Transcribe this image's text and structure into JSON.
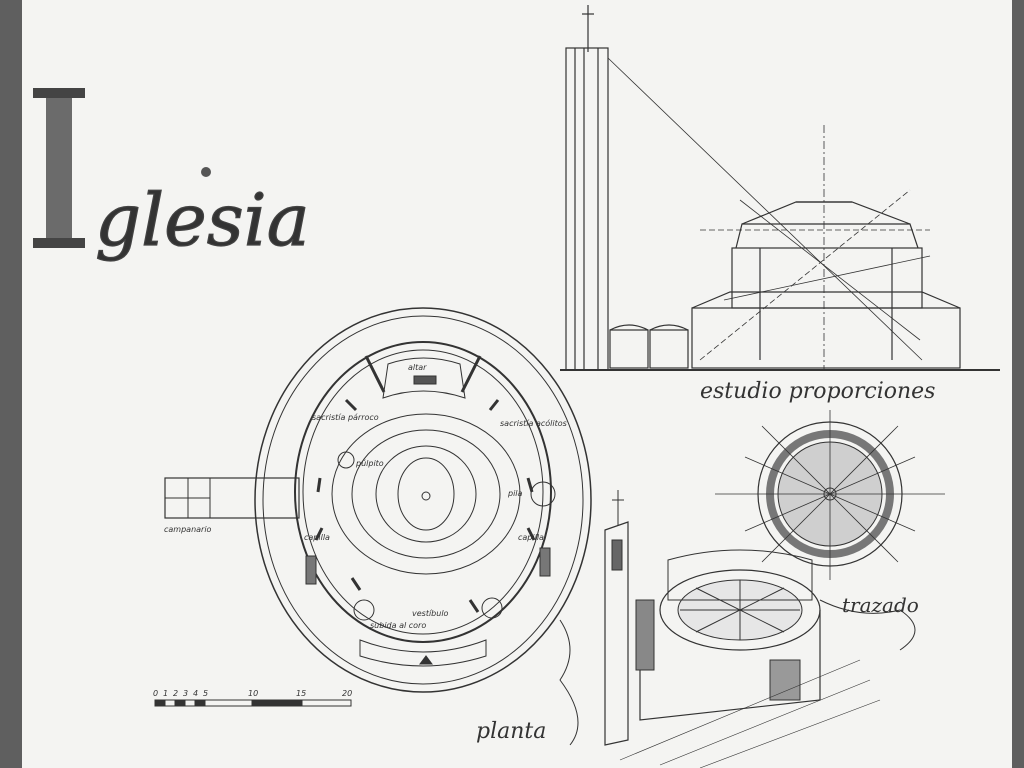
{
  "title": {
    "initial": "I",
    "rest": "glesia"
  },
  "labels": {
    "estudio": "estudio proporciones",
    "trazado": "trazado",
    "planta": "planta",
    "altar": "altar",
    "sacristia_parroco": "sacristía párroco",
    "sacristia_accolitos": "sacristía acólitos",
    "pulpito": "púlpito",
    "pila": "pila",
    "capilla_left": "capilla",
    "capilla_right": "capilla",
    "campanario": "campanario",
    "subida_coro": "subida al coro",
    "vestibulo": "vestíbulo"
  },
  "scale": {
    "ticks": [
      "0",
      "1",
      "2",
      "3",
      "4",
      "5",
      "10",
      "15",
      "20"
    ]
  }
}
